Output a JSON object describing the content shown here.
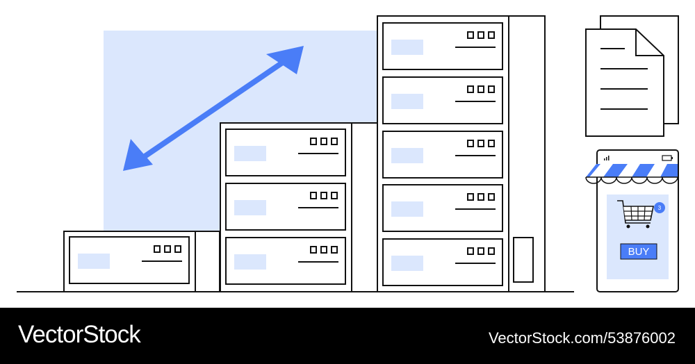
{
  "colors": {
    "accent": "#4a7df7",
    "panel": "#dbe7fd",
    "ink": "#111111",
    "footer": "#000000"
  },
  "shop": {
    "buy_label": "BUY",
    "cart_badge": "3"
  },
  "footer": {
    "brand": "VectorStock",
    "image_id": "VectorStock.com/53876002"
  },
  "icons": [
    "double-arrow-icon",
    "document-icon",
    "shopping-cart-icon",
    "signal-icon",
    "battery-icon",
    "store-awning-icon"
  ]
}
